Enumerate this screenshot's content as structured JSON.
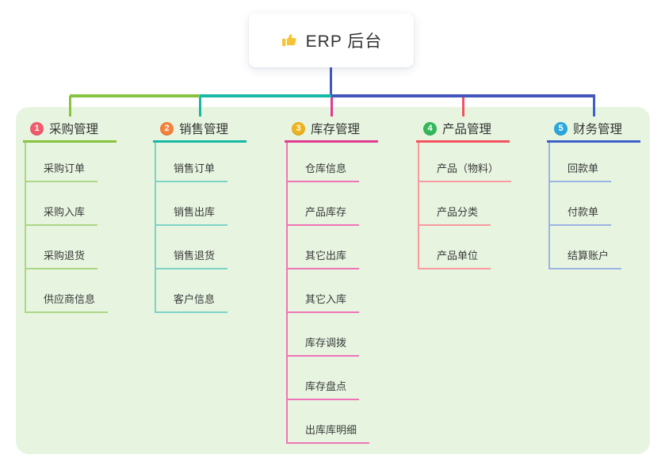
{
  "canvas": {
    "background": "#ffffff",
    "panel_color": "#e7f5e0"
  },
  "root": {
    "title": "ERP 后台",
    "icon": "thumbs-up-icon",
    "icon_color": "#f6c332",
    "connector_color": "#4356bd"
  },
  "branches": [
    {
      "badge": "1",
      "badge_color": "#f25c6c",
      "label": "采购管理",
      "line_color": "#86c43f",
      "child_line_color": "#abd784",
      "children": [
        "采购订单",
        "采购入库",
        "采购退货",
        "供应商信息"
      ]
    },
    {
      "badge": "2",
      "badge_color": "#f6823c",
      "label": "销售管理",
      "line_color": "#17b8a5",
      "child_line_color": "#7fd2c7",
      "children": [
        "销售订单",
        "销售出库",
        "销售退货",
        "客户信息"
      ]
    },
    {
      "badge": "3",
      "badge_color": "#efb320",
      "label": "库存管理",
      "line_color": "#e13a93",
      "child_line_color": "#ee74b7",
      "children": [
        "仓库信息",
        "产品库存",
        "其它出库",
        "其它入库",
        "库存调拨",
        "库存盘点",
        "出库库明细"
      ]
    },
    {
      "badge": "4",
      "badge_color": "#33b95a",
      "label": "产品管理",
      "line_color": "#f5525f",
      "child_line_color": "#f99aa1",
      "children": [
        "产品（物料）",
        "产品分类",
        "产品单位"
      ]
    },
    {
      "badge": "5",
      "badge_color": "#29a8dd",
      "label": "财务管理",
      "line_color": "#3c60cb",
      "child_line_color": "#9cb3e6",
      "children": [
        "回款单",
        "付款单",
        "结算账户"
      ]
    }
  ]
}
